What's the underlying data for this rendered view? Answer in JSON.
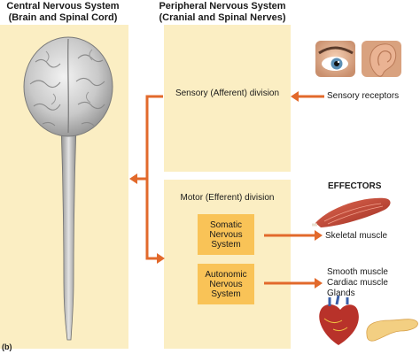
{
  "cns": {
    "title_line1": "Central Nervous System",
    "title_line2": "(Brain and Spinal Cord)"
  },
  "pns": {
    "title_line1": "Peripheral Nervous System",
    "title_line2": "(Cranial and Spinal Nerves)"
  },
  "sensory_division": "Sensory (Afferent) division",
  "motor_division": "Motor (Efferent) division",
  "somatic_system": "Somatic\nNervous\nSystem",
  "autonomic_system": "Autonomic\nNervous\nSystem",
  "sensory_receptors": "Sensory receptors",
  "effectors_title": "EFFECTORS",
  "skeletal_muscle": "Skeletal muscle",
  "smooth_cardiac_glands": "Smooth muscle\nCardiac muscle\nGlands",
  "figure_label": "(b)",
  "colors": {
    "panel": "#fbeec3",
    "subsystem_box": "#f9c357",
    "arrow": "#e2692b"
  }
}
